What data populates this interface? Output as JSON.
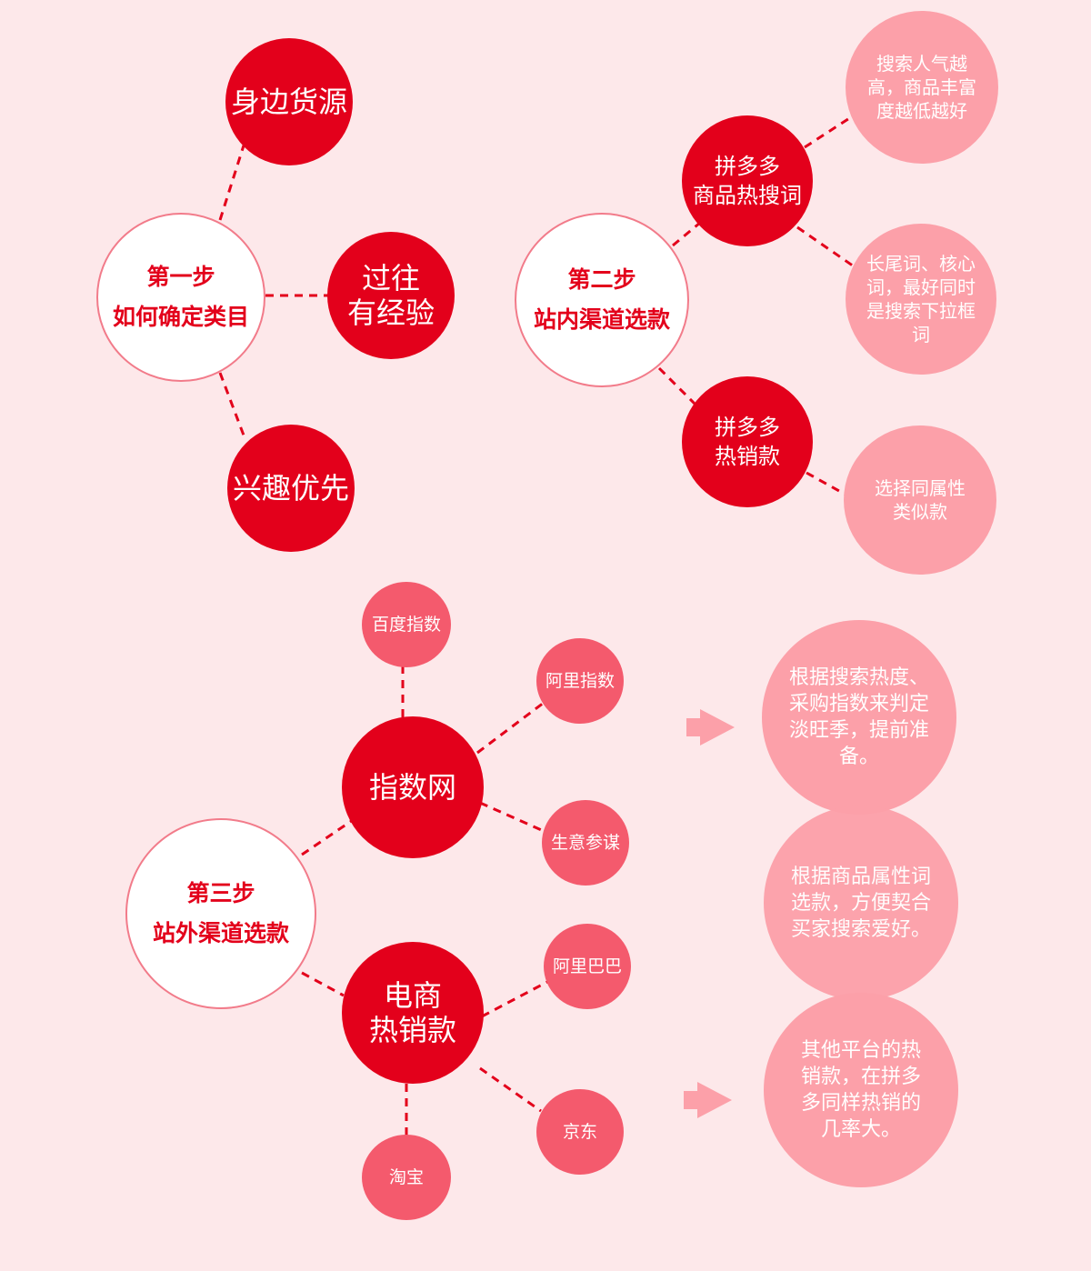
{
  "step1": {
    "title": "第一步",
    "subtitle": "如何确定类目",
    "items": [
      "身边货源",
      "过往\n有经验",
      "兴趣优先"
    ]
  },
  "step2": {
    "title": "第二步",
    "subtitle": "站内渠道选款",
    "hot_search": "拼多多\n商品热搜词",
    "hot_sale": "拼多多\n热销款",
    "tip_search_high": "搜索人气越\n高，商品丰富\n度越低越好",
    "tip_longtail": "长尾词、核心\n词，最好同时\n是搜索下拉框\n词",
    "tip_similar": "选择同属性\n类似款"
  },
  "step3": {
    "title": "第三步",
    "subtitle": "站外渠道选款",
    "index_net": "指数网",
    "index_sources": [
      "百度指数",
      "阿里指数",
      "生意参谋"
    ],
    "ecommerce": "电商\n热销款",
    "ecommerce_sources": [
      "阿里巴巴",
      "京东",
      "淘宝"
    ],
    "desc_season": "根据搜索热度、\n采购指数来判定\n淡旺季，提前准\n备。",
    "desc_attribute": "根据商品属性词\n选款，方便契合\n买家搜索爱好。",
    "desc_other_platform": "其他平台的热\n销款，在拼多\n多同样热销的\n几率大。"
  },
  "colors": {
    "background": "#fde8ea",
    "primary_red": "#e3001b",
    "medium_pink": "#f45a6d",
    "light_pink": "#fca0a9",
    "step_border": "#f27b8a"
  }
}
